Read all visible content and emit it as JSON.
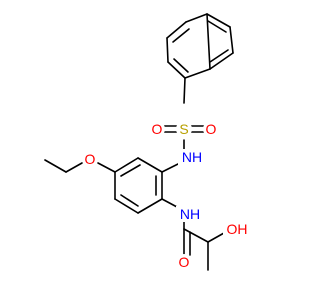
{
  "colors": {
    "bond": "#000000",
    "oxygen": "#ff0000",
    "nitrogen": "#0000ff",
    "sulfur": "#b8a000",
    "background": "#ffffff"
  },
  "atom_labels": {
    "sulfonyl_s": "S",
    "sulfonyl_o_left": "O",
    "sulfonyl_o_right": "O",
    "sulfonamide_nh": "NH",
    "ether_o": "O",
    "amide_nh": "NH",
    "amide_o": "O",
    "hydroxyl": "OH"
  }
}
